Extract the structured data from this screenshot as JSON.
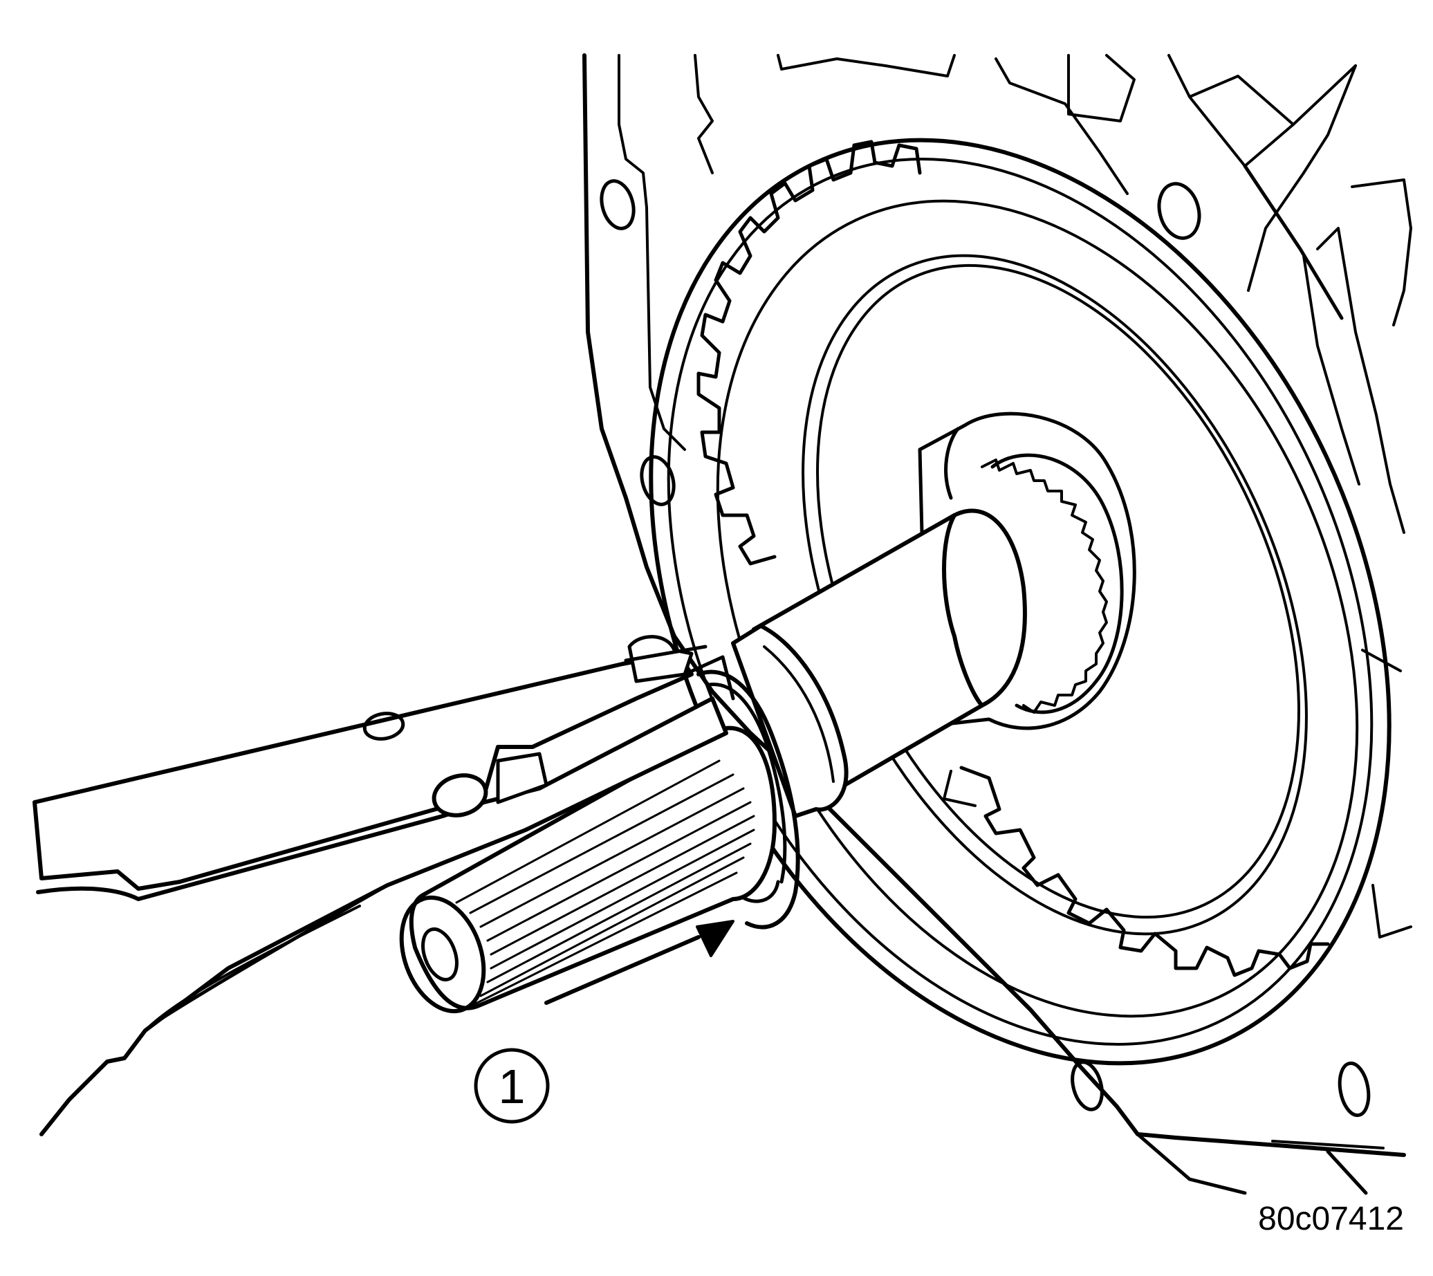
{
  "diagram": {
    "callouts": [
      {
        "id": "1",
        "label": "1"
      }
    ],
    "figure_id": "80c07412",
    "colors": {
      "line": "#000000",
      "background": "#ffffff"
    },
    "icons": [
      "arrow-icon"
    ]
  }
}
